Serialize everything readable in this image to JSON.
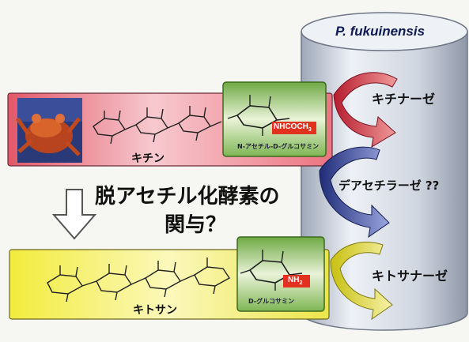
{
  "cylinder": {
    "title": "P. fukuinensis"
  },
  "enzymes": [
    {
      "label": "キチナーゼ",
      "color": "#c8283a"
    },
    {
      "label": "デアセチラーゼ ??",
      "color": "#2c3a8c"
    },
    {
      "label": "キトサナーゼ",
      "color": "#c9c213"
    }
  ],
  "chitin": {
    "name": "キチン",
    "unit_label": "N-アセチル-D-グルコサミン",
    "group": "NHCOCH",
    "group_sub": "3",
    "band_color": "#ec7480",
    "inset_color": "#9cc56a"
  },
  "chitosan": {
    "name": "キトサン",
    "unit_label": "D-グルコサミン",
    "group": "NH",
    "group_sub": "2",
    "band_color": "#efe94a",
    "inset_color": "#9cc56a"
  },
  "middle_text": {
    "line1": "脱アセチル化酵素の",
    "line2": "関与？"
  },
  "colors": {
    "accent_red": "#d42020",
    "cylinder": "#c9d0dc",
    "arrow_outline": "#555555"
  }
}
